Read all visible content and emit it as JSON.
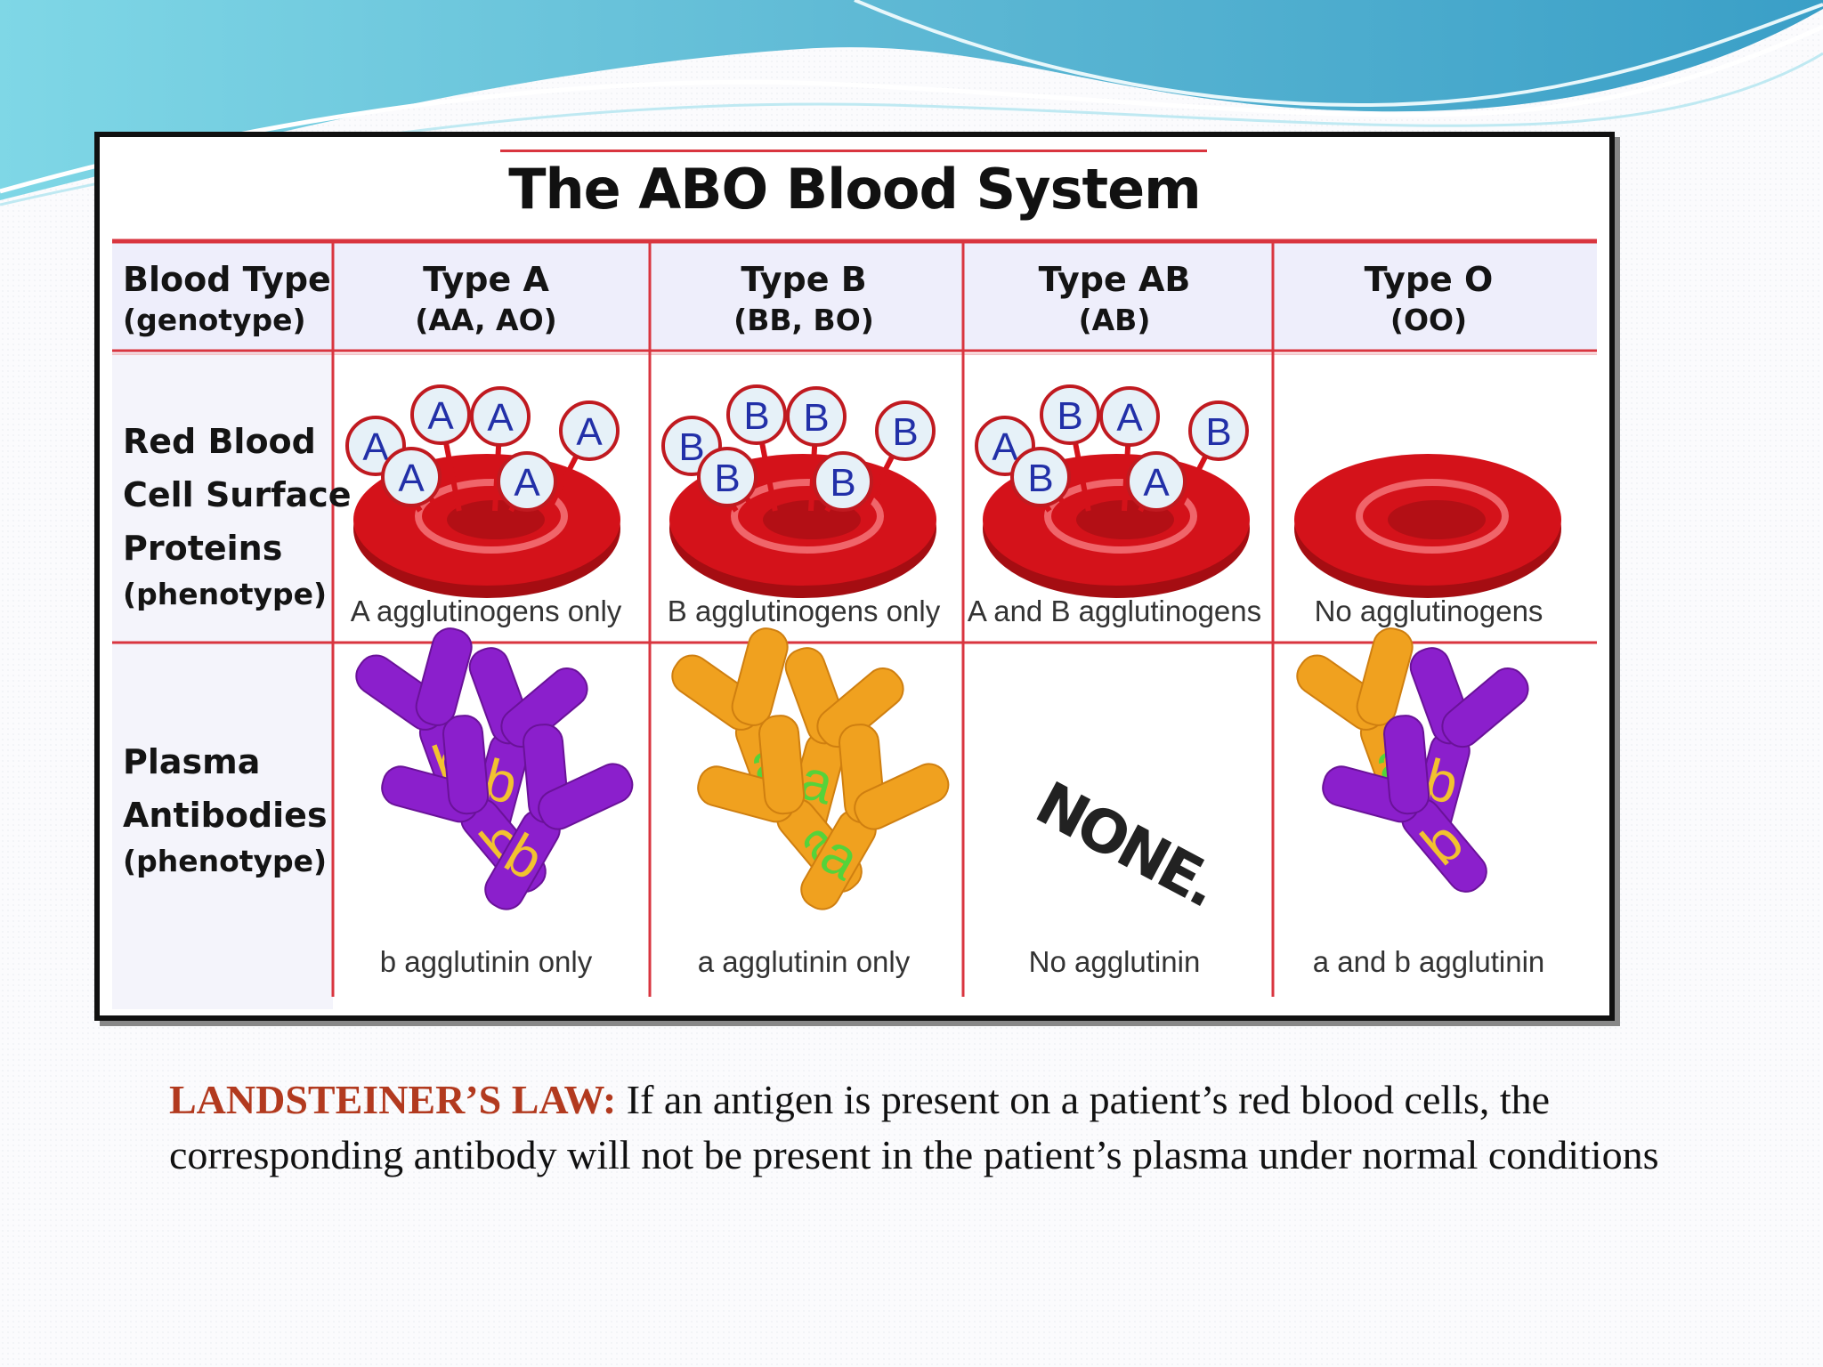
{
  "figure": {
    "title": "The ABO Blood System",
    "row_headers": [
      {
        "lines": [
          "Blood Type",
          "(genotype)"
        ]
      },
      {
        "lines": [
          "Red Blood",
          "Cell Surface",
          "Proteins",
          "(phenotype)"
        ]
      },
      {
        "lines": [
          "Plasma",
          "Antibodies",
          "(phenotype)"
        ]
      }
    ],
    "columns": [
      {
        "type": "Type A",
        "genotype": "(AA, AO)",
        "cell_caption": "A agglutinogens only",
        "antibody_caption": "b agglutinin only",
        "antigens": [
          "A",
          "A",
          "A",
          "A",
          "A",
          "A"
        ],
        "antibodies": [
          "b",
          "b",
          "b",
          "b"
        ]
      },
      {
        "type": "Type B",
        "genotype": "(BB, BO)",
        "cell_caption": "B agglutinogens only",
        "antibody_caption": "a agglutinin only",
        "antigens": [
          "B",
          "B",
          "B",
          "B",
          "B",
          "B"
        ],
        "antibodies": [
          "a",
          "a",
          "a",
          "a"
        ]
      },
      {
        "type": "Type AB",
        "genotype": "(AB)",
        "cell_caption": "A and B agglutinogens",
        "antibody_caption": "No agglutinin",
        "antigens": [
          "A",
          "B",
          "A",
          "B",
          "B",
          "A"
        ],
        "antibodies": [],
        "none_label": "NONE."
      },
      {
        "type": "Type O",
        "genotype": "(OO)",
        "cell_caption": "No agglutinogens",
        "antibody_caption": "a and b agglutinin",
        "antigens": [],
        "antibodies": [
          "a",
          "b",
          "b"
        ]
      }
    ],
    "colors": {
      "grid_red": "#d9353f",
      "cell_red": "#d4121a",
      "antigen_fill": "#e6f1f8",
      "anti_a_orange": "#f0a11f",
      "anti_b_purple": "#8b1fcc",
      "label_green": "#55d33a",
      "header_band": "#eeeefb"
    }
  },
  "law": {
    "label": "LANDSTEINER’S LAW:",
    "text": " If an antigen is present on a patient’s red blood cells, the corresponding antibody will not be present in the patient’s plasma under normal conditions"
  }
}
